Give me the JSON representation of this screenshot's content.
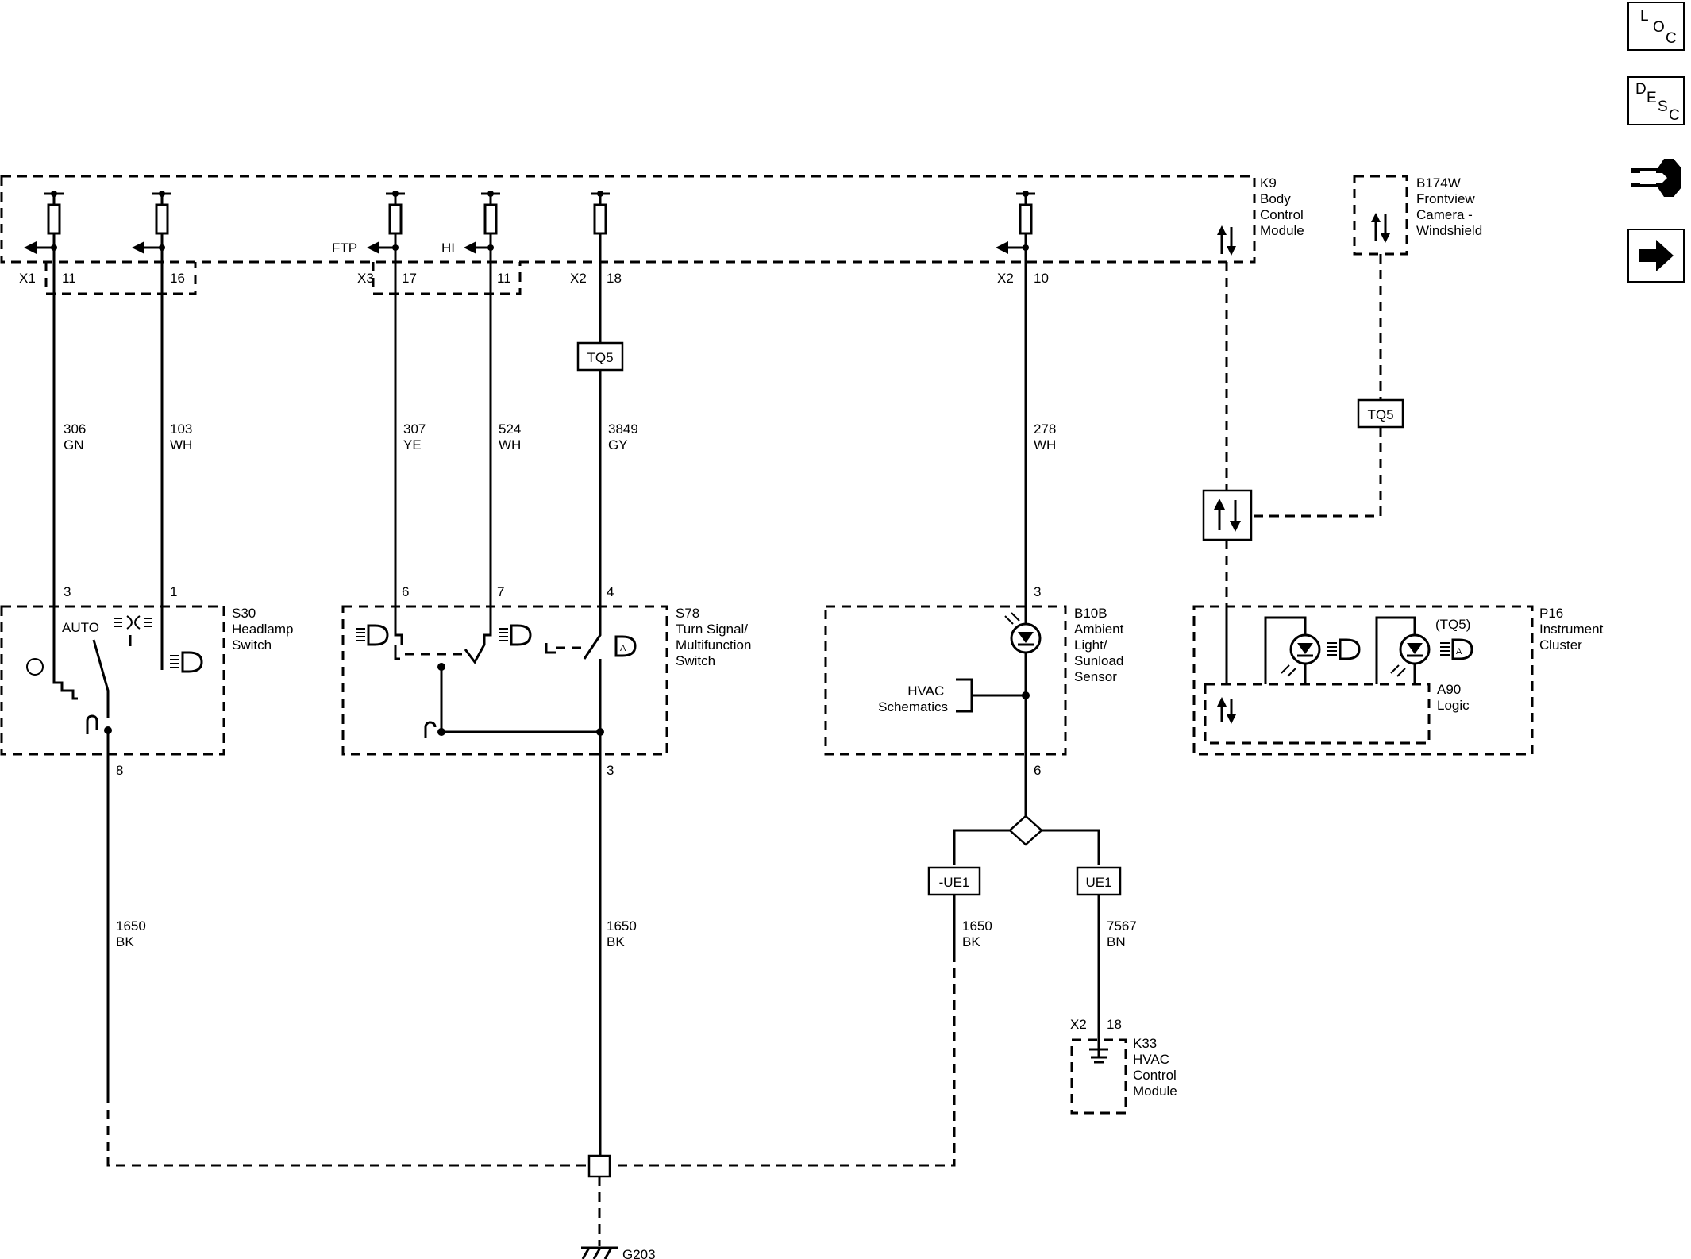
{
  "modules": {
    "k9": {
      "lines": [
        "K9",
        "Body",
        "Control",
        "Module"
      ]
    },
    "b174w": {
      "lines": [
        "B174W",
        "Frontview",
        "Camera -",
        "Windshield"
      ]
    },
    "s30": {
      "lines": [
        "S30",
        "Headlamp",
        "Switch"
      ]
    },
    "s78": {
      "lines": [
        "S78",
        "Turn Signal/",
        "Multifunction",
        "Switch"
      ]
    },
    "b10b": {
      "lines": [
        "B10B",
        "Ambient",
        "Light/",
        "Sunload",
        "Sensor"
      ]
    },
    "p16": {
      "lines": [
        "P16",
        "Instrument",
        "Cluster"
      ]
    },
    "a90": {
      "lines": [
        "A90",
        "Logic"
      ]
    },
    "k33": {
      "lines": [
        "K33",
        "HVAC",
        "Control",
        "Module"
      ]
    }
  },
  "connectors": {
    "x1": "X1",
    "x3": "X3",
    "x2a": "X2",
    "x2b": "X2",
    "x2c": "X2"
  },
  "pins": {
    "k9_11a": "11",
    "k9_16": "16",
    "k9_17": "17",
    "k9_11b": "11",
    "k9_18": "18",
    "k9_10": "10",
    "s30_3": "3",
    "s30_1": "1",
    "s30_8": "8",
    "s78_6": "6",
    "s78_7": "7",
    "s78_4": "4",
    "s78_3": "3",
    "b10b_3": "3",
    "b10b_6": "6",
    "k33_18": "18"
  },
  "wires": [
    {
      "circuit": "306",
      "color": "GN"
    },
    {
      "circuit": "103",
      "color": "WH"
    },
    {
      "circuit": "307",
      "color": "YE"
    },
    {
      "circuit": "524",
      "color": "WH"
    },
    {
      "circuit": "3849",
      "color": "GY"
    },
    {
      "circuit": "278",
      "color": "WH"
    },
    {
      "circuit": "1650",
      "color": "BK"
    },
    {
      "circuit": "1650",
      "color": "BK"
    },
    {
      "circuit": "1650",
      "color": "BK"
    },
    {
      "circuit": "7567",
      "color": "BN"
    }
  ],
  "signals": {
    "ftp": "FTP",
    "hi": "HI"
  },
  "options": {
    "tq5_a": "TQ5",
    "tq5_b": "TQ5",
    "tq5_p16": "(TQ5)",
    "ue1_neg": "-UE1",
    "ue1": "UE1"
  },
  "switch_text": {
    "auto": "AUTO"
  },
  "hvac_ref": [
    "HVAC",
    "Schematics"
  ],
  "ground": "G203",
  "nav": {
    "loc": [
      "L",
      "O",
      "C"
    ],
    "desc": [
      "D",
      "E",
      "S",
      "C"
    ],
    "connector_icon": "connector-end-view-icon",
    "next_icon": "arrow-right-icon"
  }
}
